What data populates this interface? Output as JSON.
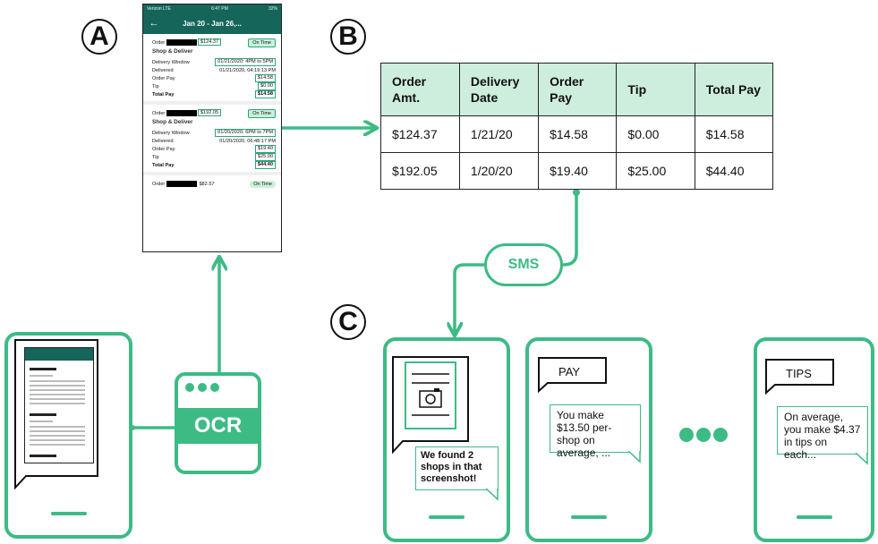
{
  "labels": {
    "a": "A",
    "b": "B",
    "c": "C"
  },
  "screenshot": {
    "status": {
      "carrier": "Verizon  LTE",
      "time": "6:47 PM",
      "battery": "32%"
    },
    "title": "Jan 20 - Jan 26,...",
    "orders": [
      {
        "order_label": "Order",
        "amount": "$124.37",
        "status": "On Time",
        "kind": "Shop & Deliver",
        "window_label": "Delivery Window",
        "window": "01/21/2020:  4PM to  5PM",
        "delivered_label": "Delivered",
        "delivered": "01/21/2020, 04:19:13 PM",
        "pay_label": "Order Pay",
        "pay": "$14.58",
        "tip_label": "Tip",
        "tip": "$0.00",
        "total_label": "Total Pay",
        "total": "$14.58"
      },
      {
        "order_label": "Order",
        "amount": "$192.05",
        "status": "On Time",
        "kind": "Shop & Deliver",
        "window_label": "Delivery Window",
        "window": "01/20/2020:  6PM to  7PM",
        "delivered_label": "Delivered",
        "delivered": "01/20/2020, 06:48:17 PM",
        "pay_label": "Order Pay",
        "pay": "$19.40",
        "tip_label": "Tip",
        "tip": "$25.00",
        "total_label": "Total Pay",
        "total": "$44.40"
      }
    ],
    "third_order": {
      "order_label": "Order",
      "amount": "$82.57",
      "status": "On Time"
    }
  },
  "table": {
    "headers": [
      "Order Amt.",
      "Delivery Date",
      "Order Pay",
      "Tip",
      "Total Pay"
    ],
    "rows": [
      [
        "$124.37",
        "1/21/20",
        "$14.58",
        "$0.00",
        "$14.58"
      ],
      [
        "$192.05",
        "1/20/20",
        "$19.40",
        "$25.00",
        "$44.40"
      ]
    ]
  },
  "sms_label": "SMS",
  "ocr_label": "OCR",
  "phones": {
    "phone1": {
      "message": "We found 2 shops in that screenshot!"
    },
    "phone2": {
      "keyword": "PAY",
      "message": "You make $13.50 per-shop on average, ..."
    },
    "phone3": {
      "keyword": "TIPS",
      "message": "On average, you make $4.37 in tips on each..."
    }
  },
  "colors": {
    "accent": "#3dbb85",
    "header": "#15655a",
    "table_header": "#cdeedd"
  }
}
